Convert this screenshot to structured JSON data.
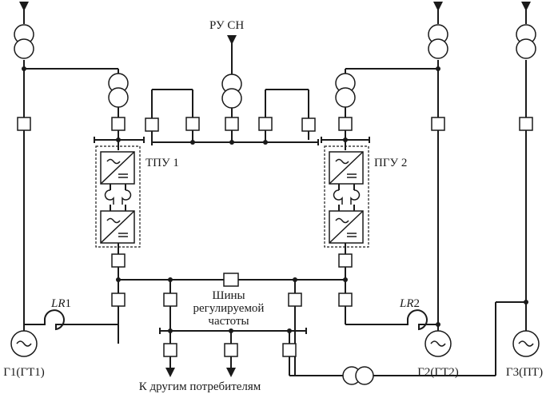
{
  "labels": {
    "ru_sn": "РУ СН",
    "tpu1": "ТПУ 1",
    "pgu2": "ПГУ 2",
    "bus_line1": "Шины",
    "bus_line2": "регулируемой",
    "bus_line3": "частоты",
    "consumers": "К другим потребителям",
    "g1": "Г1(ГТ1)",
    "g2": "Г2(ГТ2)",
    "g3": "Г3(ПТ)",
    "lr1_letters": "LR",
    "lr1_num": "1",
    "lr2_letters": "LR",
    "lr2_num": "2"
  }
}
